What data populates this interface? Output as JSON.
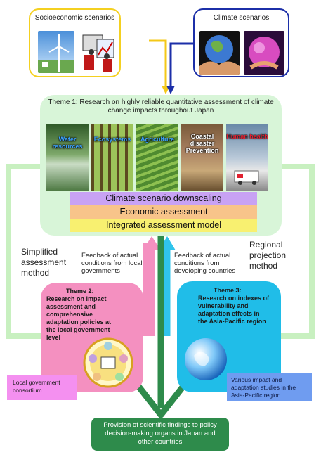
{
  "socio": {
    "title": "Socioeconomic scenarios"
  },
  "climate": {
    "title": "Climate scenarios"
  },
  "theme1": {
    "title": "Theme 1: Research on highly reliable quantitative assessment of climate change impacts throughout Japan"
  },
  "sectors": [
    "Water resources",
    "Ecosystems",
    "Agriculture",
    "Coastal disaster Prevention",
    "Human health"
  ],
  "layers": [
    "Climate scenario downscaling",
    "Economic assessment",
    "Integrated assessment model"
  ],
  "left_label": "Simplified assessment method",
  "right_label": "Regional projection method",
  "feedback_left": "Feedback of actual conditions from local governments",
  "feedback_right": "Feedback of actual conditions from developing countries",
  "theme2": {
    "title": "Theme 2:",
    "body": "Research on impact assessment and comprehensive adaptation policies at the local government level"
  },
  "theme3": {
    "title": "Theme 3:",
    "body": "Research on indexes of vulnerability and adaptation effects in the Asia-Pacific region"
  },
  "consortium": "Local government consortium",
  "asia_studies": "Various impact and adaptation studies in the Asia-Pacific region",
  "provision": "Provision of scientific findings to policy decision-making organs in Japan and other countries",
  "colors": {
    "yellow": "#f4d020",
    "navy": "#1c2fa8",
    "green": "#b6ecb6",
    "pink": "#f08ab8",
    "cyan": "#22bde9",
    "purple": "#c49cf0",
    "orange": "#f8c084",
    "band_yellow": "#f8f06c",
    "dark_green": "#2e8b4b"
  }
}
